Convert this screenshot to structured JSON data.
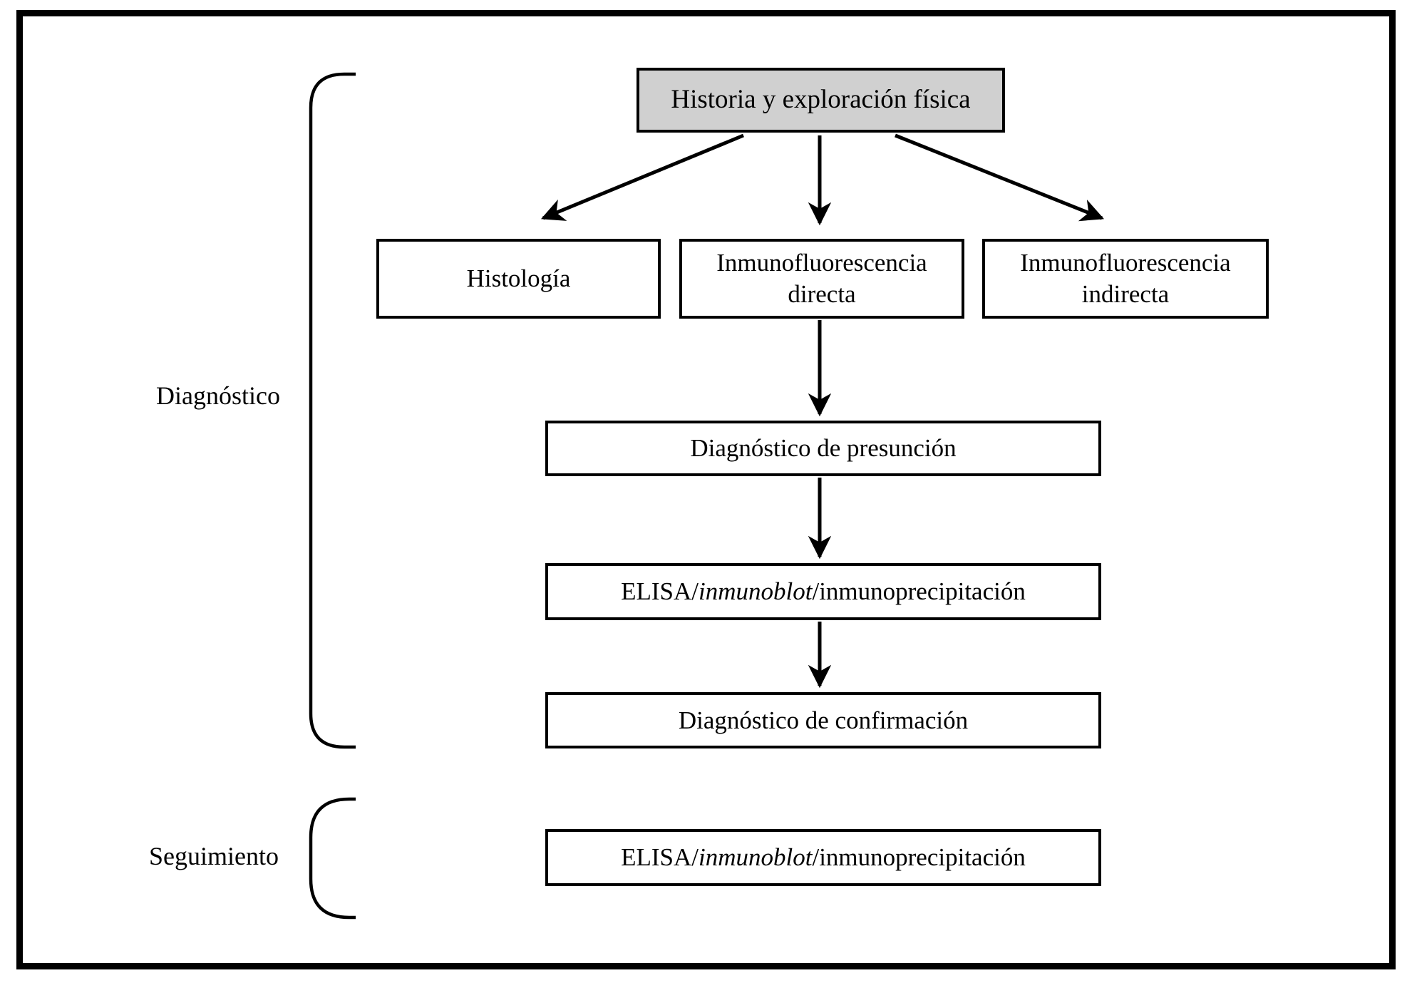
{
  "figure": {
    "type": "flowchart",
    "nodes": {
      "historia": {
        "label": "Historia y exploración física"
      },
      "histologia": {
        "label": "Histología"
      },
      "if_directa": {
        "label": "Inmunofluorescencia directa"
      },
      "if_indirecta": {
        "label": "Inmunofluorescencia indirecta"
      },
      "presuncion": {
        "label": "Diagnóstico de presunción"
      },
      "elisa_diagnostico": {
        "pre": "ELISA/",
        "italic": "inmunoblot",
        "post": "/inmunoprecipitación"
      },
      "confirmacion": {
        "label": "Diagnóstico de confirmación"
      },
      "elisa_seguimiento": {
        "pre": "ELISA/",
        "italic": "inmunoblot",
        "post": "/inmunoprecipitación"
      }
    },
    "labels": {
      "diagnostico": "Diagnóstico",
      "seguimiento": "Seguimiento"
    },
    "colors": {
      "highlight_fill": "#d0d0d0",
      "box_fill": "#ffffff",
      "line": "#000000"
    },
    "edges": [
      "historia -> histologia",
      "historia -> if_directa",
      "historia -> if_indirecta",
      "if_directa -> presuncion",
      "presuncion -> elisa_diagnostico",
      "elisa_diagnostico -> confirmacion"
    ]
  }
}
